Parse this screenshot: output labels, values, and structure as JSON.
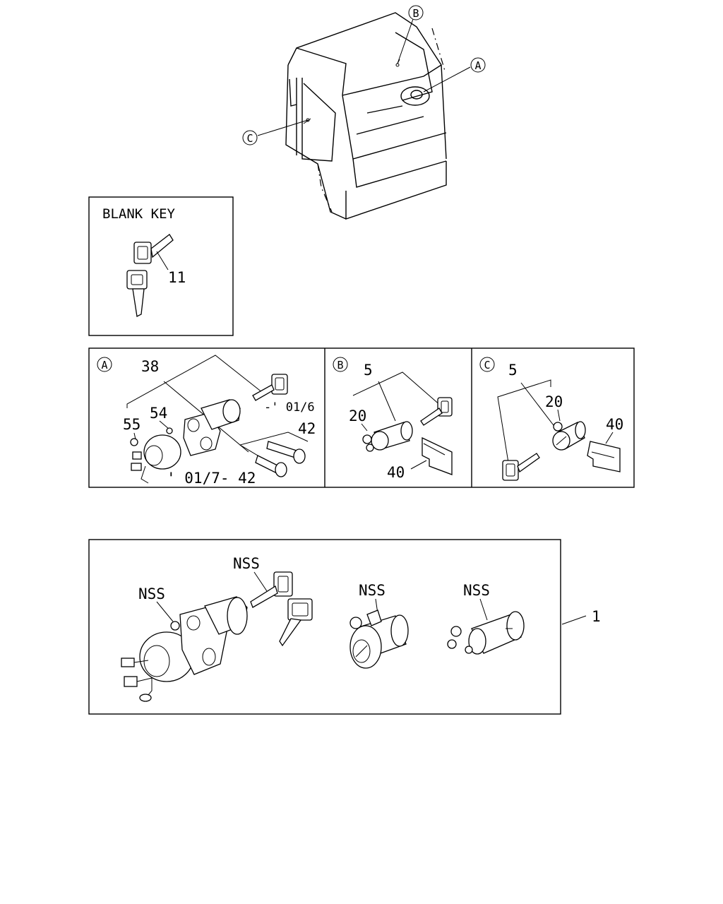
{
  "callouts": {
    "a": "A",
    "b": "B",
    "c": "C"
  },
  "blank_key_box": {
    "title": "BLANK KEY",
    "part_11": "11"
  },
  "panel_a": {
    "letter": "A",
    "part_38": "38",
    "part_54": "54",
    "part_55": "55",
    "part_42_top": "42",
    "note_upto": "-' 01/6",
    "note_from": "' 01/7- 42"
  },
  "panel_b": {
    "letter": "B",
    "part_5": "5",
    "part_20": "20",
    "part_40": "40"
  },
  "panel_c": {
    "letter": "C",
    "part_5": "5",
    "part_20": "20",
    "part_40": "40"
  },
  "kit_box": {
    "nss_ignition": "NSS",
    "nss_keys": "NSS",
    "nss_cylinder_b": "NSS",
    "nss_cylinder_c": "NSS",
    "part_1": "1"
  }
}
